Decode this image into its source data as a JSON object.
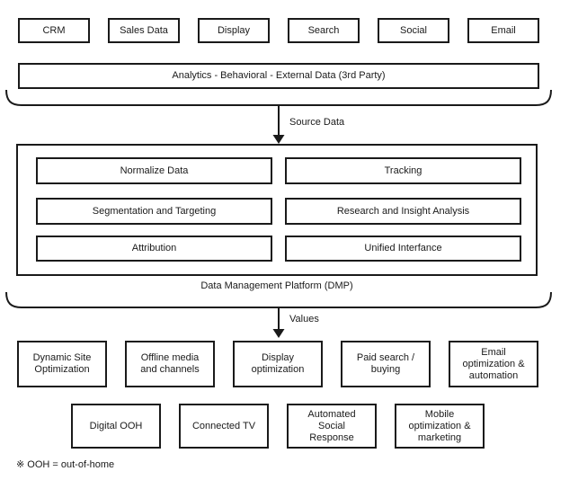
{
  "diagram": {
    "sources": {
      "items": [
        {
          "label": "CRM"
        },
        {
          "label": "Sales Data"
        },
        {
          "label": "Display"
        },
        {
          "label": "Search"
        },
        {
          "label": "Social"
        },
        {
          "label": "Email"
        }
      ],
      "analytics_label": "Analytics - Behavioral - External Data (3rd Party)"
    },
    "flow": {
      "arrow1_label": "Source Data",
      "arrow2_label": "Values"
    },
    "dmp": {
      "caption": "Data Management Platform (DMP)",
      "boxes": [
        {
          "label": "Normalize Data"
        },
        {
          "label": "Tracking"
        },
        {
          "label": "Segmentation and Targeting"
        },
        {
          "label": "Research and Insight Analysis"
        },
        {
          "label": "Attribution"
        },
        {
          "label": "Unified Interfance"
        }
      ]
    },
    "outcomes": {
      "row1": [
        {
          "label": "Dynamic Site Optimization"
        },
        {
          "label": "Offline media and channels"
        },
        {
          "label": "Display optimization"
        },
        {
          "label": "Paid search / buying"
        },
        {
          "label": "Email optimization & automation"
        }
      ],
      "row2": [
        {
          "label": "Digital OOH"
        },
        {
          "label": "Connected TV"
        },
        {
          "label": "Automated Social Response"
        },
        {
          "label": "Mobile optimization & marketing"
        }
      ]
    },
    "footnote": "※ OOH = out-of-home",
    "colors": {
      "border": "#1a1a1a",
      "text": "#1a1a1a",
      "background": "#ffffff"
    }
  }
}
